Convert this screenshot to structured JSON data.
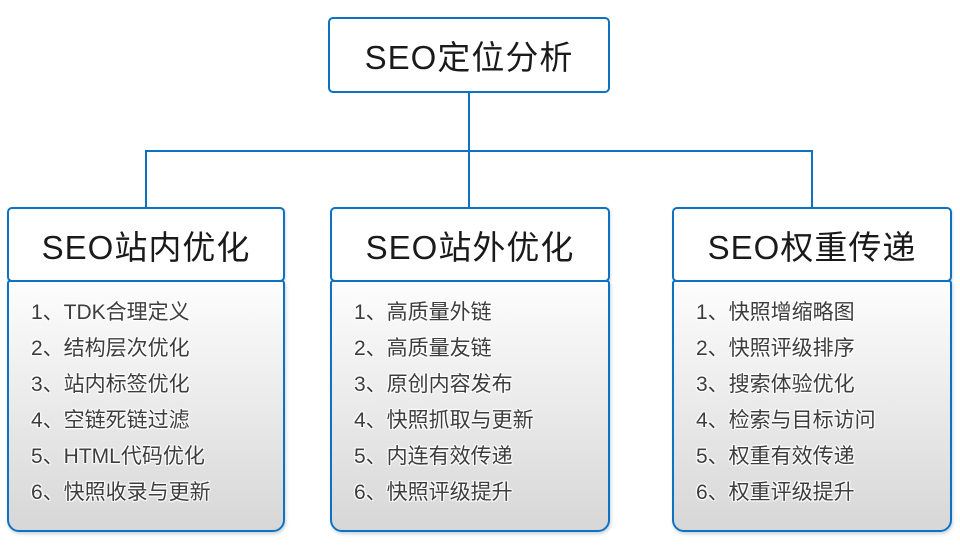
{
  "diagram": {
    "root": {
      "title": "SEO定位分析"
    },
    "columns": [
      {
        "title": "SEO站内优化",
        "items": [
          "1、TDK合理定义",
          "2、结构层次优化",
          "3、站内标签优化",
          "4、空链死链过滤",
          "5、HTML代码优化",
          "6、快照收录与更新"
        ]
      },
      {
        "title": "SEO站外优化",
        "items": [
          "1、高质量外链",
          "2、高质量友链",
          "3、原创内容发布",
          "4、快照抓取与更新",
          "5、内连有效传递",
          "6、快照评级提升"
        ]
      },
      {
        "title": "SEO权重传递",
        "items": [
          "1、快照增缩略图",
          "2、快照评级排序",
          "3、搜索体验优化",
          "4、检索与目标访问",
          "5、权重有效传递",
          "6、权重评级提升"
        ]
      }
    ],
    "colors": {
      "line": "#0d72c2",
      "header_text": "#1a1a1a",
      "item_text": "#3d3d3d",
      "list_bg_top": "#fdfdfd",
      "list_bg_bottom": "#d7d7d7"
    }
  }
}
